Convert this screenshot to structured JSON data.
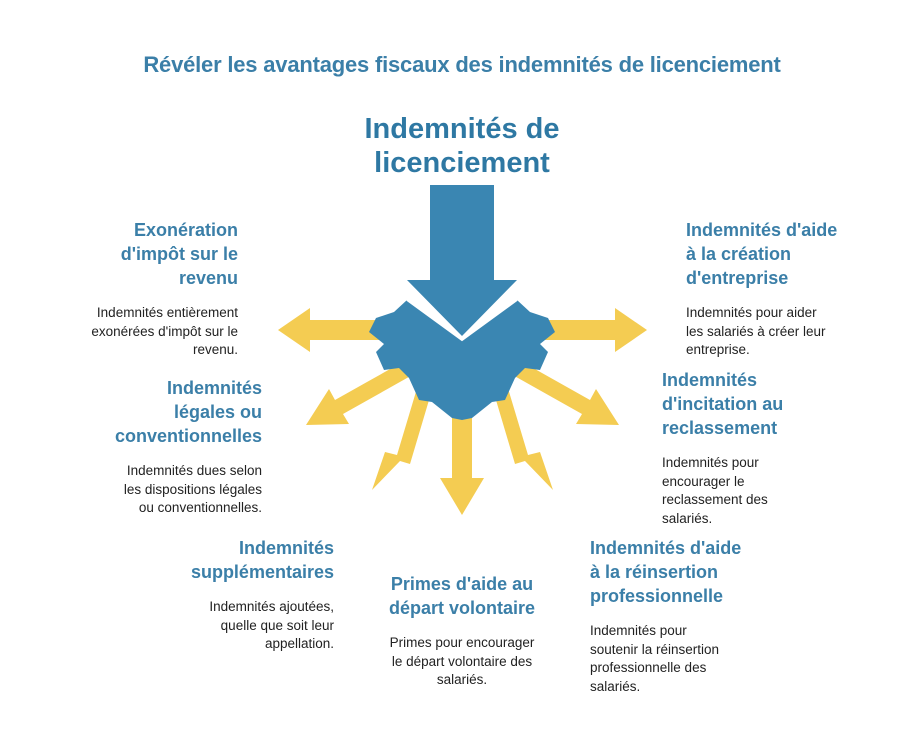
{
  "title": "Révéler les avantages fiscaux des indemnités de licenciement",
  "center": {
    "line1": "Indemnités de",
    "line2": "licenciement"
  },
  "items": [
    {
      "heading": [
        "Exonération",
        "d'impôt sur le",
        "revenu"
      ],
      "description": [
        "Indemnités entièrement",
        "exonérées d'impôt sur le",
        "revenu."
      ]
    },
    {
      "heading": [
        "Indemnités",
        "légales ou",
        "conventionnelles"
      ],
      "description": [
        "Indemnités dues selon",
        "les dispositions légales",
        "ou conventionnelles."
      ]
    },
    {
      "heading": [
        "Indemnités",
        "supplémentaires"
      ],
      "description": [
        "Indemnités ajoutées,",
        "quelle que soit leur",
        "appellation."
      ]
    },
    {
      "heading": [
        "Primes d'aide au",
        "départ volontaire"
      ],
      "description": [
        "Primes pour encourager",
        "le départ volontaire des",
        "salariés."
      ]
    },
    {
      "heading": [
        "Indemnités d'aide",
        "à la réinsertion",
        "professionnelle"
      ],
      "description": [
        "Indemnités pour",
        "soutenir la réinsertion",
        "professionnelle des",
        "salariés."
      ]
    },
    {
      "heading": [
        "Indemnités",
        "d'incitation au",
        "reclassement"
      ],
      "description": [
        "Indemnités pour",
        "encourager le",
        "reclassement des",
        "salariés."
      ]
    },
    {
      "heading": [
        "Indemnités d'aide",
        "à la création",
        "d'entreprise"
      ],
      "description": [
        "Indemnités pour aider",
        "les salariés à créer leur",
        "entreprise."
      ]
    }
  ],
  "colors": {
    "title": "#3b7fa8",
    "hub": "#3a86b2",
    "arrows": "#f4cc52",
    "text": "#222222"
  }
}
